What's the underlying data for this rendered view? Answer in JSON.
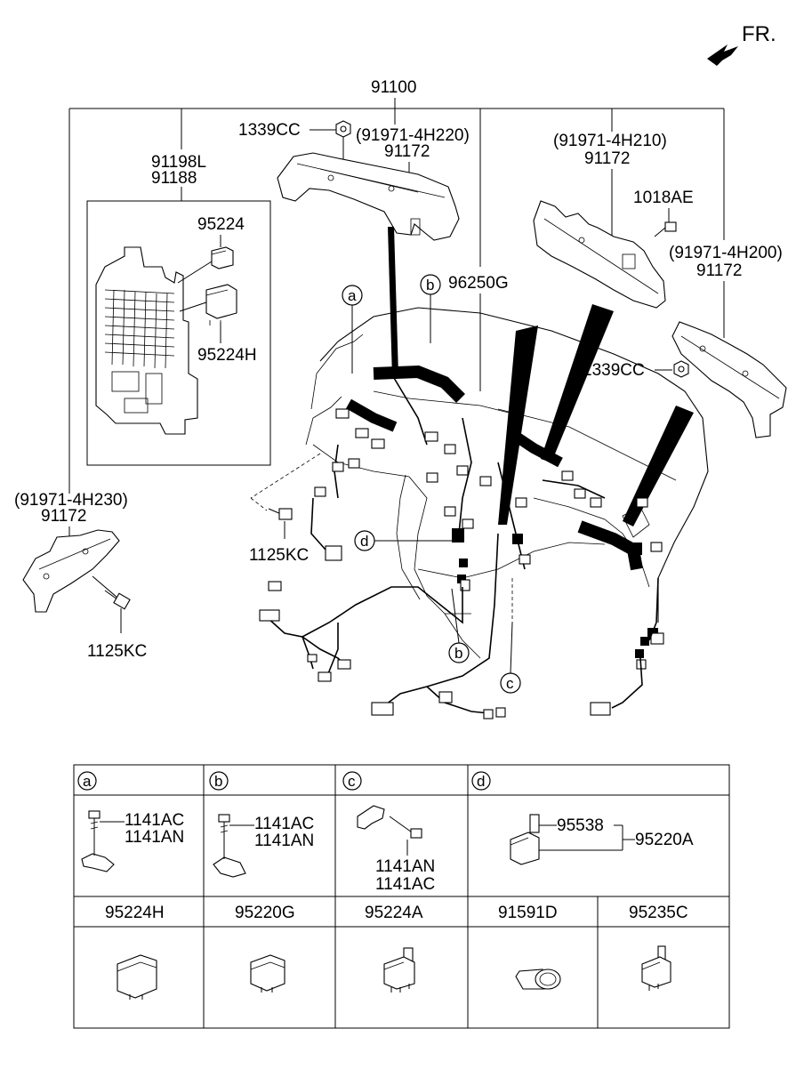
{
  "orientation_label": "FR.",
  "labels": {
    "main_harness": "91100",
    "junction_box_1": "91198L",
    "junction_box_2": "91188",
    "relay_top": "95224",
    "relay_bottom": "95224H",
    "nut_top": "1339CC",
    "bracket_center_ref": "(91971-4H220)",
    "bracket_center_part": "91172",
    "bracket_right1_ref": "(91971-4H210)",
    "bracket_right1_part": "91172",
    "bolt_right": "1018AE",
    "bracket_right2_ref": "(91971-4H200)",
    "bracket_right2_part": "91172",
    "nut_right": "1339CC",
    "connector_96250G": "96250G",
    "bracket_left_ref": "(91971-4H230)",
    "bracket_left_part": "91172",
    "bolt_left_1": "1125KC",
    "bolt_left_2": "1125KC"
  },
  "callouts": {
    "a": "a",
    "b": "b",
    "c": "c",
    "d": "d"
  },
  "table": {
    "row1": [
      {
        "letter": "a",
        "parts": [
          "1141AC",
          "1141AN"
        ]
      },
      {
        "letter": "b",
        "parts": [
          "1141AC",
          "1141AN"
        ]
      },
      {
        "letter": "c",
        "parts": [
          "1141AN",
          "1141AC"
        ]
      },
      {
        "letter": "d",
        "parts": [
          "95538",
          "95220A"
        ]
      }
    ],
    "row2": [
      "95224H",
      "95220G",
      "95224A",
      "91591D",
      "95235C"
    ]
  },
  "colors": {
    "line": "#000000",
    "background": "#ffffff"
  }
}
